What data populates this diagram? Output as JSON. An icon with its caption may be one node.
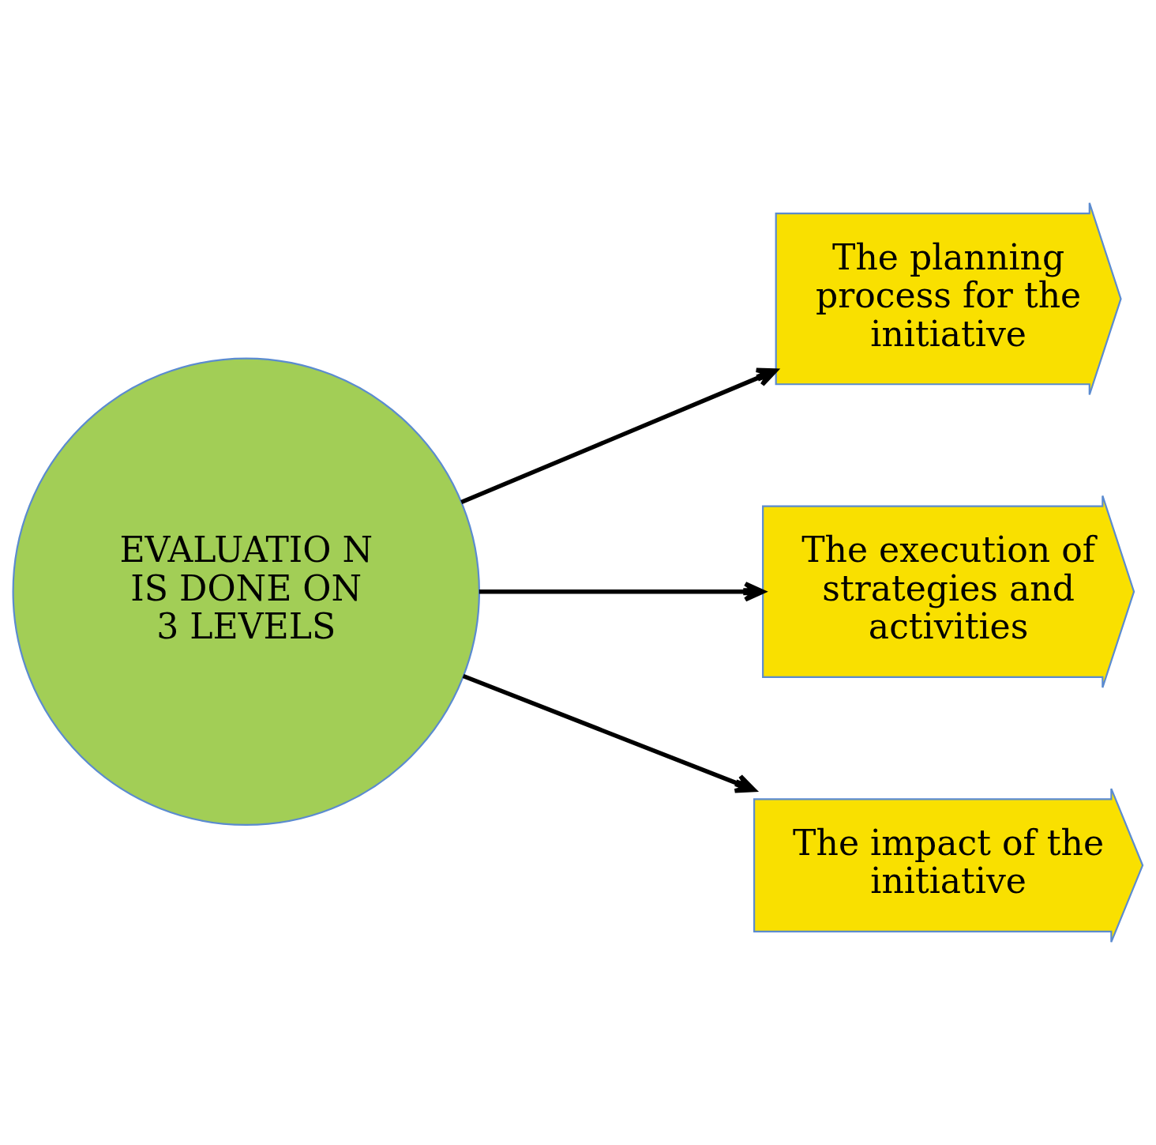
{
  "diagram": {
    "nodes": [
      {
        "text": [
          "EVALUATIO N IS DONE ON 3 LEVELS"
        ]
      },
      {
        "text": [
          "The planning process for the initiative"
        ]
      },
      {
        "text": [
          "The execution of strategies and activities"
        ]
      },
      {
        "text": [
          "The impact of the initiative"
        ]
      }
    ],
    "edges": [
      {
        "from": 0,
        "to": 1,
        "arrow": "to"
      },
      {
        "from": 0,
        "to": 2,
        "arrow": "to"
      },
      {
        "from": 0,
        "to": 3,
        "arrow": "to"
      }
    ]
  }
}
